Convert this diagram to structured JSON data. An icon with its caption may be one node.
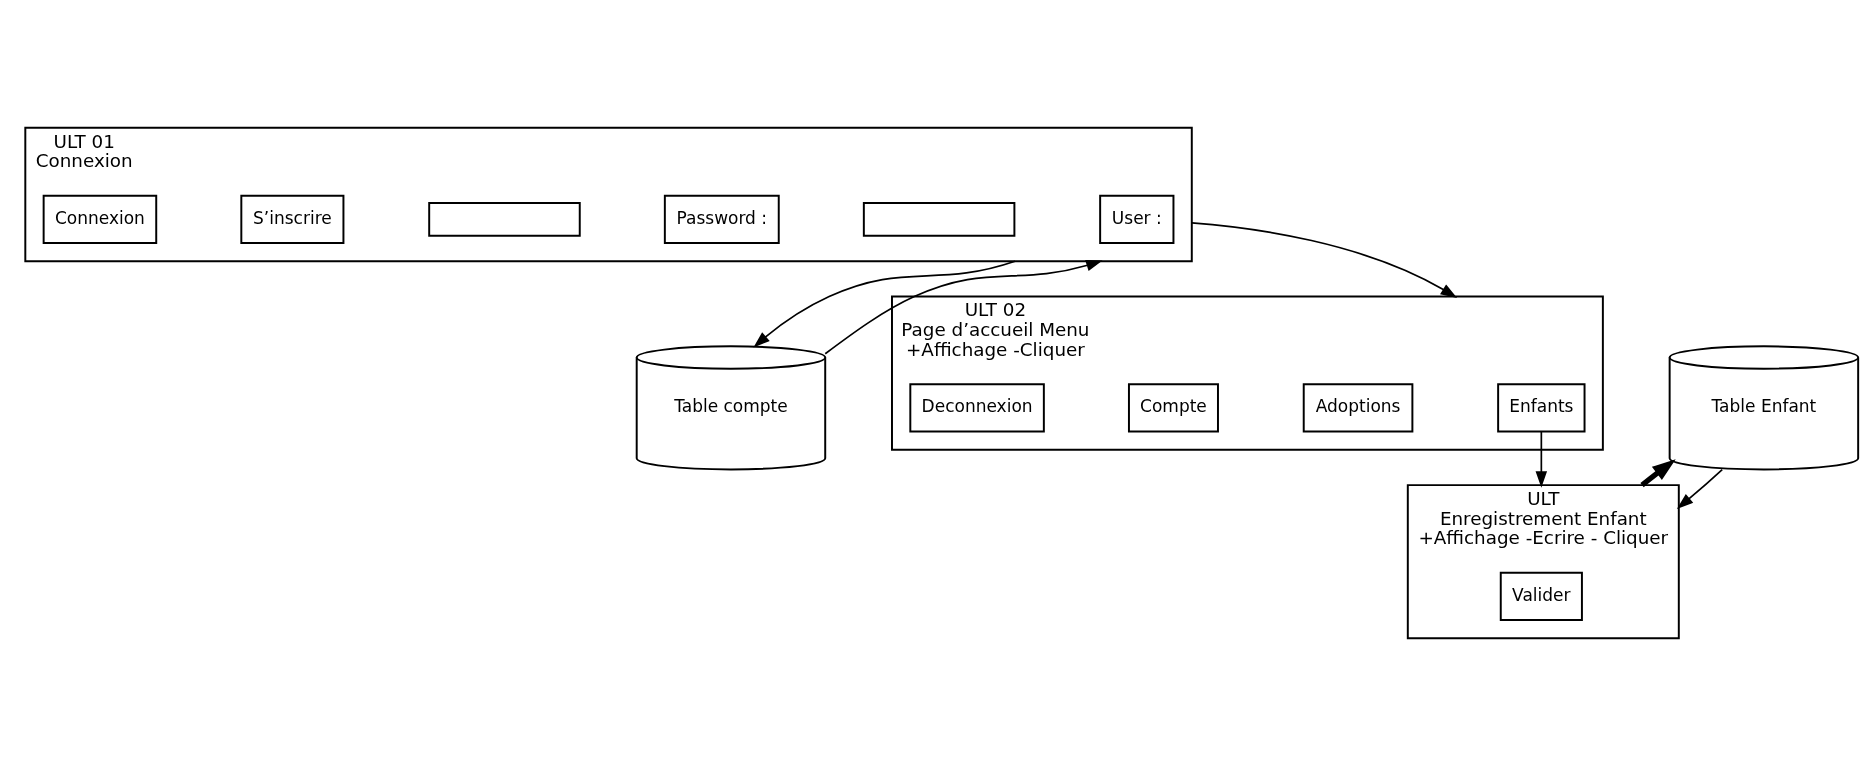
{
  "diagram": {
    "nodes": [
      {
        "text": [
          "ULT 01",
          "Connexion"
        ]
      },
      {
        "text": [
          "User :"
        ],
        "in": 0
      },
      {
        "text": [],
        "shape": "box",
        "in": 0
      },
      {
        "text": [
          "Password :"
        ],
        "in": 0
      },
      {
        "text": [],
        "shape": "box",
        "in": 0
      },
      {
        "text": [
          "S’inscrire"
        ],
        "in": 0
      },
      {
        "text": [
          "Connexion"
        ],
        "in": 0
      },
      {
        "text": [
          "Table compte"
        ]
      },
      {
        "text": [
          "Table Enfant"
        ]
      },
      {
        "text": [
          "ULT",
          "Enregistrement Enfant",
          "+Affichage -Ecrire - Cliquer"
        ]
      },
      {
        "text": [
          "Valider"
        ],
        "in": 9
      },
      {
        "text": [
          "ULT 02",
          "Page d’accueil Menu",
          "+Affichage -Cliquer"
        ]
      },
      {
        "text": [
          "Enfants"
        ],
        "in": 11
      },
      {
        "text": [
          "Adoptions"
        ],
        "in": 11
      },
      {
        "text": [
          "Compte"
        ],
        "in": 11
      },
      {
        "text": [
          "Deconnexion"
        ],
        "in": 11
      }
    ],
    "edges": [
      {
        "from": 0,
        "to": 7,
        "arrow": "to"
      },
      {
        "from": 7,
        "to": 0,
        "arrow": "to"
      },
      {
        "from": 0,
        "to": 11,
        "arrow": "to"
      },
      {
        "from": 12,
        "to": 9,
        "arrow": "to"
      },
      {
        "from": 8,
        "to": 9,
        "arrow": "to"
      },
      {
        "from": 9,
        "to": 8,
        "arrow": "to",
        "style": "thick"
      }
    ]
  }
}
